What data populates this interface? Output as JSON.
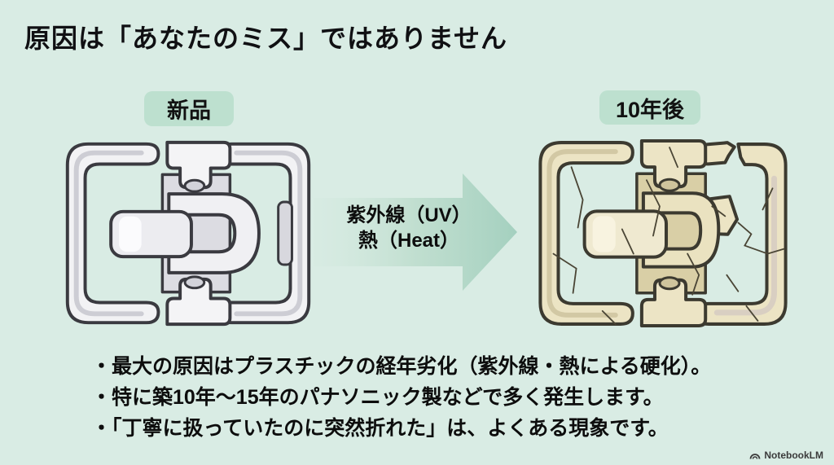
{
  "slide": {
    "title": "原因は「あなたのミス」ではありません",
    "panels": {
      "new": {
        "label": "新品"
      },
      "aged": {
        "label": "10年後"
      }
    },
    "arrow": {
      "line1": "紫外線（UV）",
      "line2": "熱（Heat）",
      "direction": "right"
    },
    "bullets": [
      "・最大の原因はプラスチックの経年劣化（紫外線・熱による硬化）。",
      "・特に築10年〜15年のパナソニック製などで多く発生します。",
      "・「丁寧に扱っていたのに突然折れた」は、よくある現象です。"
    ],
    "watermark": {
      "label": "NotebookLM",
      "icon": "notebooklm-logo"
    },
    "colors": {
      "background": "#d9ece4",
      "label_bg": "#bde0cf",
      "arrow_start": "#cfe7db",
      "arrow_end": "#a4d0bf",
      "title_text": "#101013",
      "outline": "#3a3a40",
      "new_plastic": "#f2f2f4",
      "aged_plastic": "#ece4c4",
      "watermark_text": "#3b3b3b"
    }
  }
}
